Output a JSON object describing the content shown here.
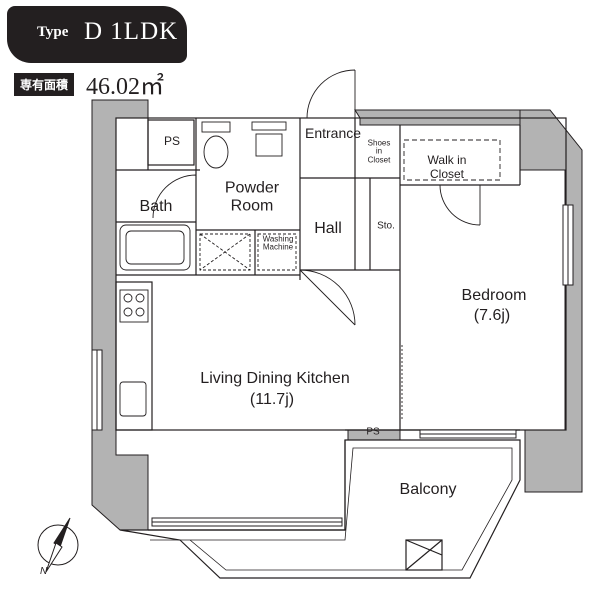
{
  "header": {
    "type_label": "Type",
    "type_code": "D  1LDK",
    "area_label": "専有面積",
    "area_value": "46.02㎡"
  },
  "rooms": {
    "ps_top": "PS",
    "entrance": "Entrance",
    "shoes_closet": "Shoes\nin\nCloset",
    "walk_in_closet": "Walk in\nCloset",
    "powder_room": "Powder\nRoom",
    "bath": "Bath",
    "washing_machine": "Washing\nMachine",
    "hall": "Hall",
    "storage": "Sto.",
    "bedroom": "Bedroom",
    "bedroom_size": "(7.6j)",
    "ldk": "Living Dining Kitchen",
    "ldk_size": "(11.7j)",
    "ps_bottom": "PS",
    "balcony": "Balcony",
    "compass_n": "N"
  },
  "colors": {
    "wall_fill": "#b3b3b3",
    "line": "#231f20",
    "badge": "#231f20"
  }
}
